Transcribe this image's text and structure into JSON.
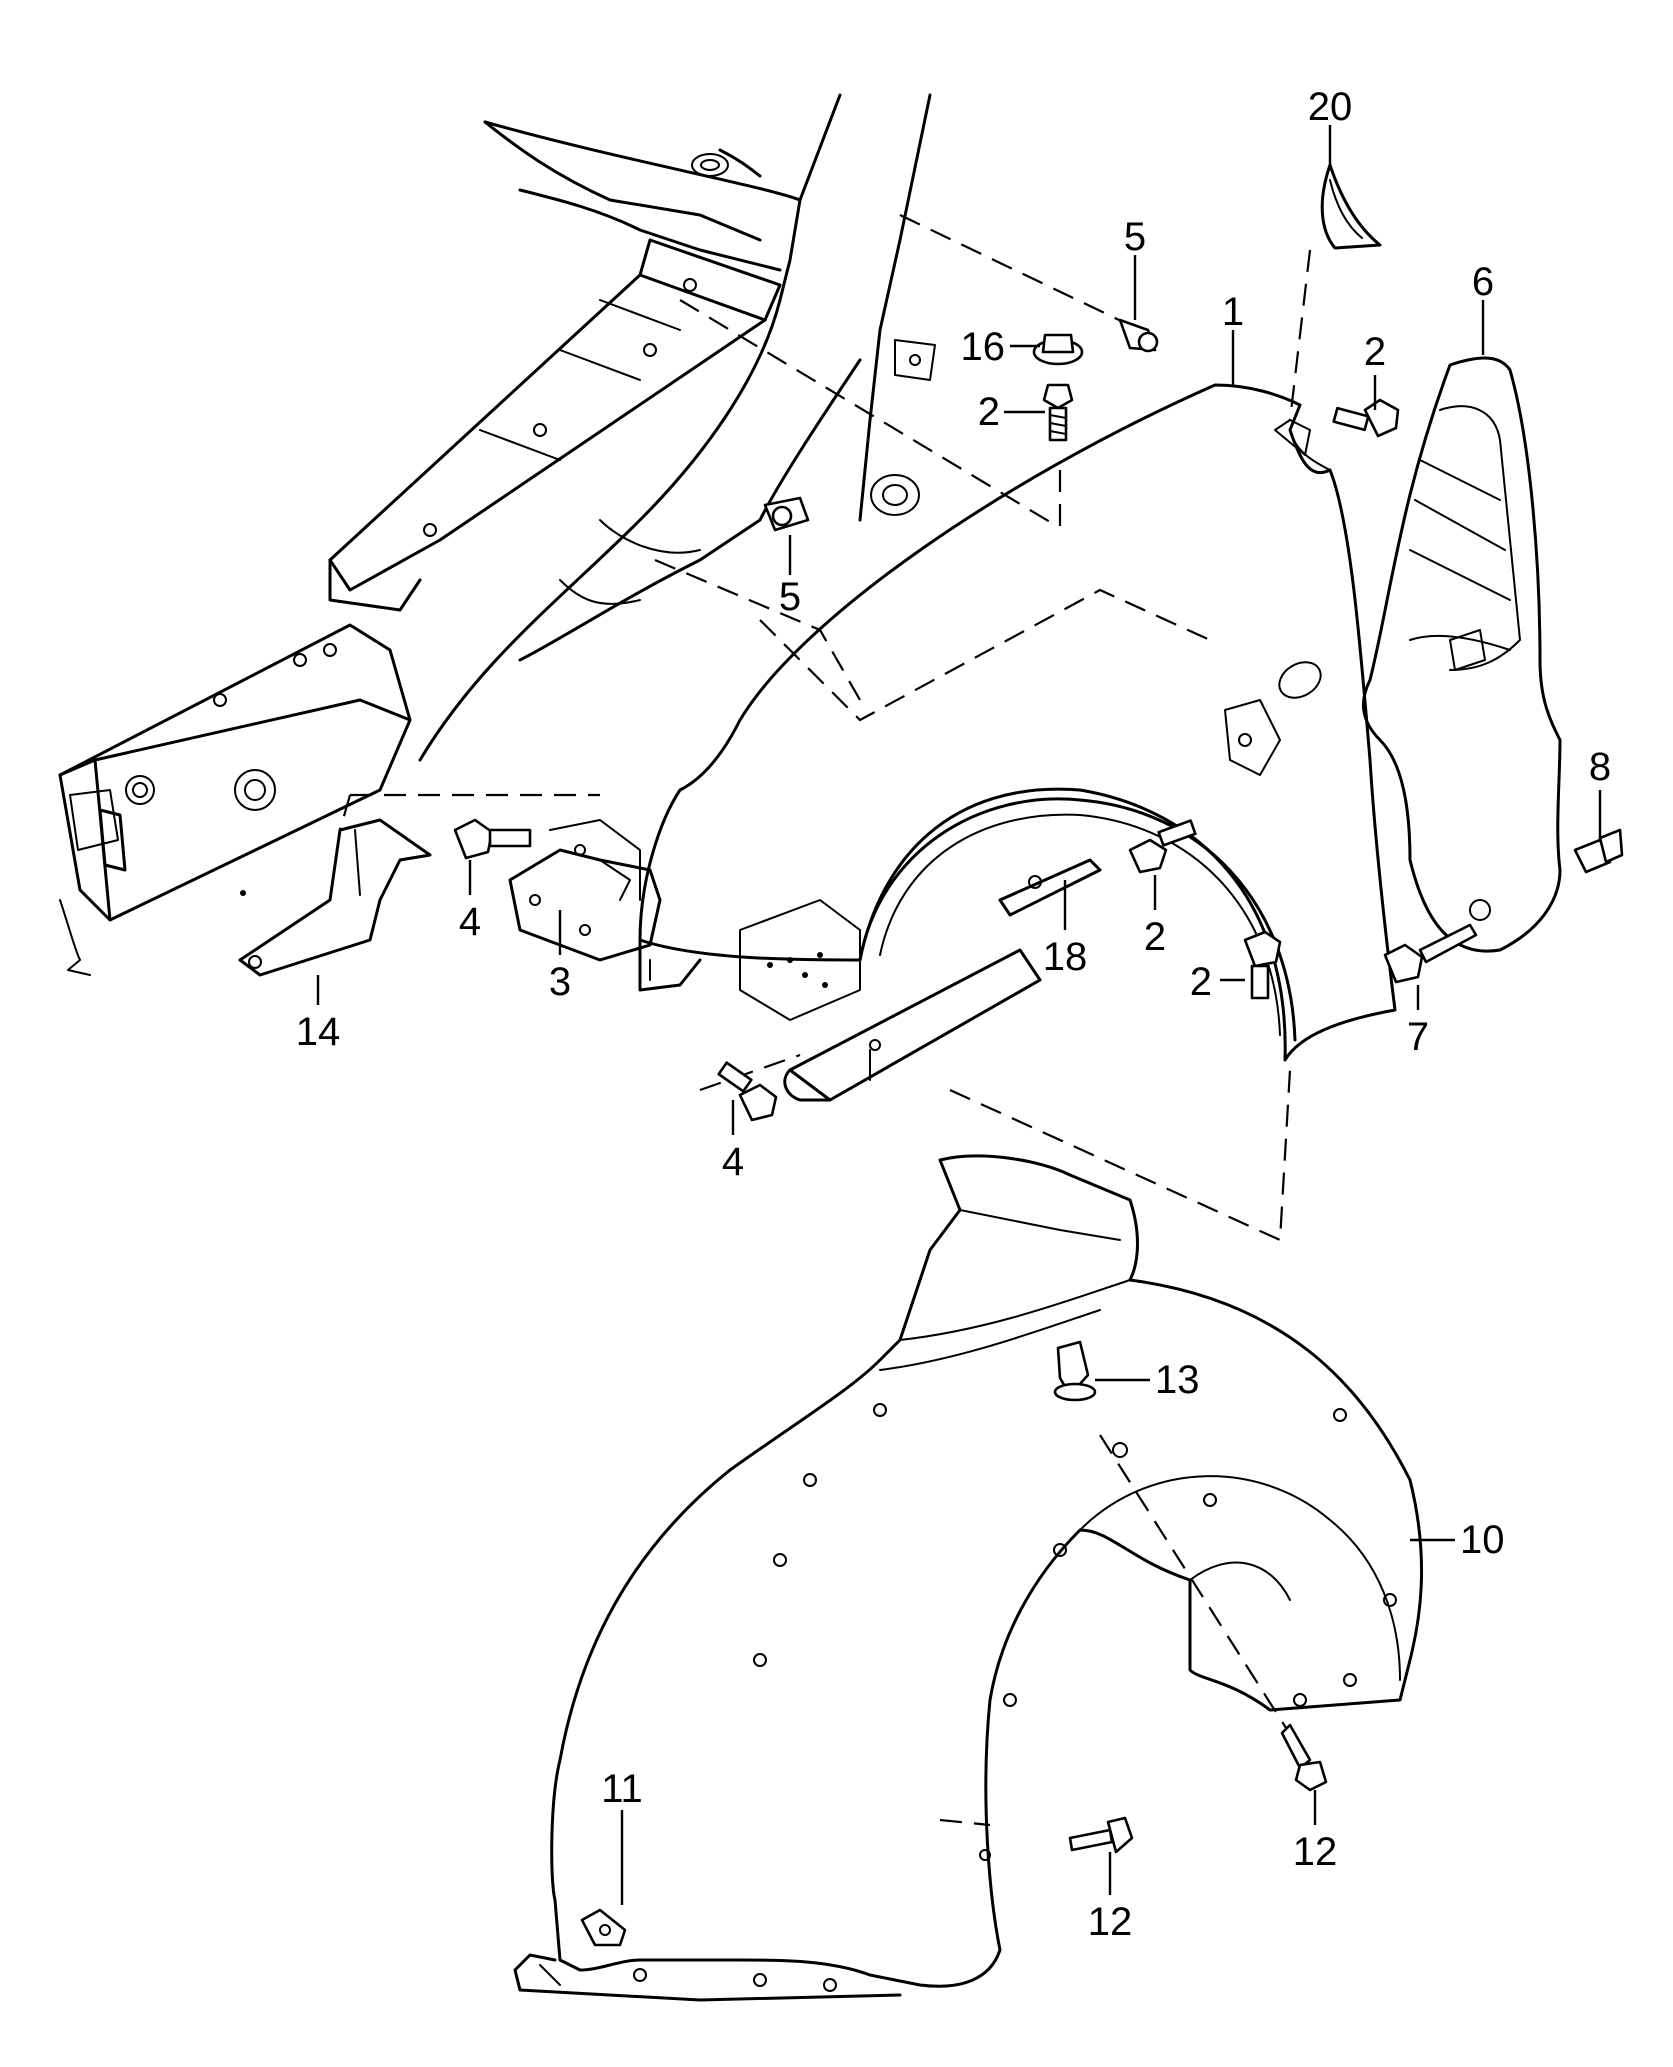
{
  "diagram": {
    "callouts": {
      "c1": "1",
      "c2a": "2",
      "c2b": "2",
      "c2c": "2",
      "c2d": "2",
      "c3": "3",
      "c4a": "4",
      "c4b": "4",
      "c5a": "5",
      "c5b": "5",
      "c6": "6",
      "c7": "7",
      "c8": "8",
      "c10": "10",
      "c11": "11",
      "c12a": "12",
      "c12b": "12",
      "c13": "13",
      "c14": "14",
      "c16": "16",
      "c18": "18",
      "c20": "20"
    }
  }
}
